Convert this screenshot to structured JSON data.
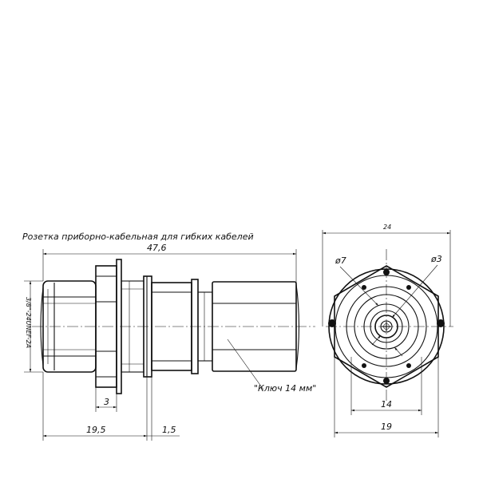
{
  "title": "Розетка приборно-кабельная  для гибких кабелей",
  "dims": {
    "overall_length": "47,6",
    "flange_width": "3",
    "length_to_panel": "19,5",
    "panel_gap": "1,5",
    "thread": "3/8\"-24UNEF-2A",
    "key_note": "\"Ключ 14 мм\"",
    "top_width": "24",
    "dia_outer": "ø7",
    "dia_inner": "ø3",
    "width_14": "14",
    "width_19": "19"
  }
}
